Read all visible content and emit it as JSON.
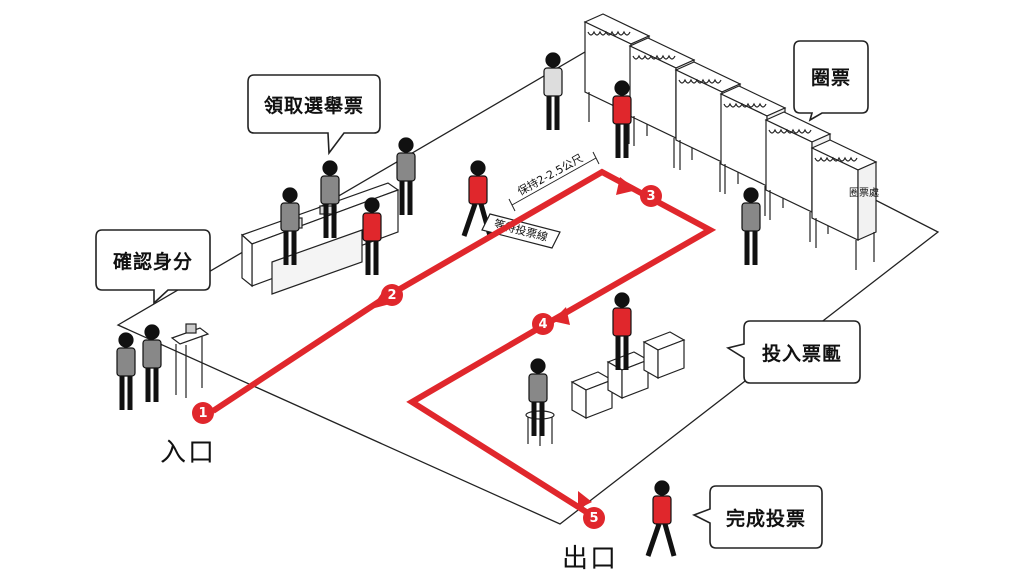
{
  "labels": {
    "confirm_id": "確認身分",
    "get_ballot": "領取選舉票",
    "mark": "圈票",
    "cast": "投入票匭",
    "done": "完成投票",
    "entrance": "入口",
    "exit": "出口",
    "keep_distance": "保持2-2.5公尺",
    "waiting_line": "等待投票線",
    "booth_sign": "圈票處"
  },
  "steps": [
    "1",
    "2",
    "3",
    "4",
    "5"
  ],
  "colors": {
    "accent": "#e0272c",
    "ink": "#111111",
    "floor_line": "#222222"
  }
}
